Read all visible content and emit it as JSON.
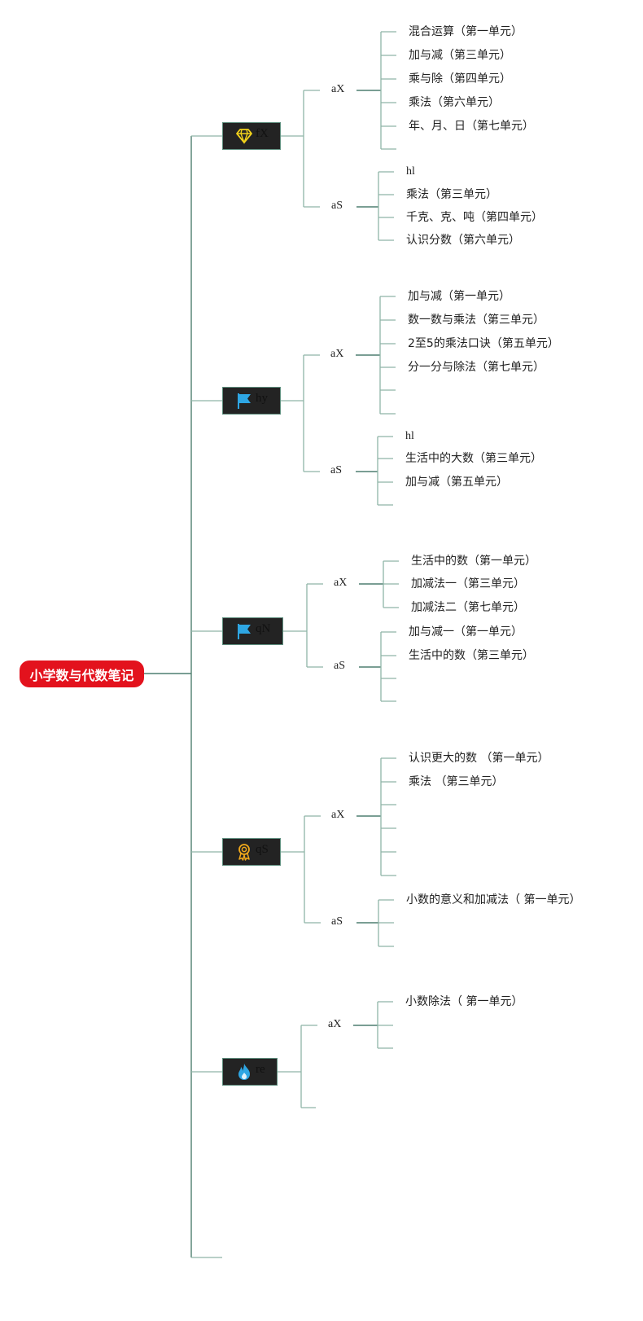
{
  "root": {
    "label": "小学数与代数笔记"
  },
  "topics": [
    {
      "label": "fX",
      "icon": "diamond-icon",
      "subs": [
        {
          "label": "aX",
          "items": [
            "混合运算（第一单元）",
            "加与减（第三单元）",
            "乘与除（第四单元）",
            "乘法（第六单元）",
            "年、月、日（第七单元）"
          ]
        },
        {
          "label": "aS",
          "items": [
            "hl",
            "乘法（第三单元）",
            "千克、克、吨（第四单元）",
            "认识分数（第六单元）"
          ]
        }
      ]
    },
    {
      "label": "hy",
      "icon": "flag-icon",
      "subs": [
        {
          "label": "aX",
          "items": [
            "加与减（第一单元）",
            "数一数与乘法（第三单元）",
            "2至5的乘法口诀（第五单元）",
            "分一分与除法（第七单元）"
          ]
        },
        {
          "label": "aS",
          "items": [
            "hl",
            "生活中的大数（第三单元）",
            "加与减（第五单元）"
          ]
        }
      ]
    },
    {
      "label": "qN",
      "icon": "flag-icon",
      "subs": [
        {
          "label": "aX",
          "items": [
            "生活中的数（第一单元）",
            "加减法一（第三单元）",
            "加减法二（第七单元）"
          ]
        },
        {
          "label": "aS",
          "items": [
            "加与减一（第一单元）",
            "生活中的数（第三单元）"
          ]
        }
      ]
    },
    {
      "label": "qS",
      "icon": "award-icon",
      "subs": [
        {
          "label": "aX",
          "items": [
            "认识更大的数 （第一单元）",
            "乘法 （第三单元）"
          ]
        },
        {
          "label": "aS",
          "items": [
            "小数的意义和加减法（ 第一单元）"
          ]
        }
      ]
    },
    {
      "label": "re",
      "icon": "fire-icon",
      "subs": [
        {
          "label": "aX",
          "items": [
            "小数除法（ 第一单元）"
          ]
        }
      ]
    }
  ],
  "colors": {
    "root_bg": "#e3121d",
    "topic_bg": "#232323",
    "line": "#8fb5a8",
    "line_dark": "#4f7f70",
    "diamond": "#f2d21b",
    "flag": "#2ea6e3",
    "award": "#f0a81b",
    "fire": "#2ea6e3"
  }
}
